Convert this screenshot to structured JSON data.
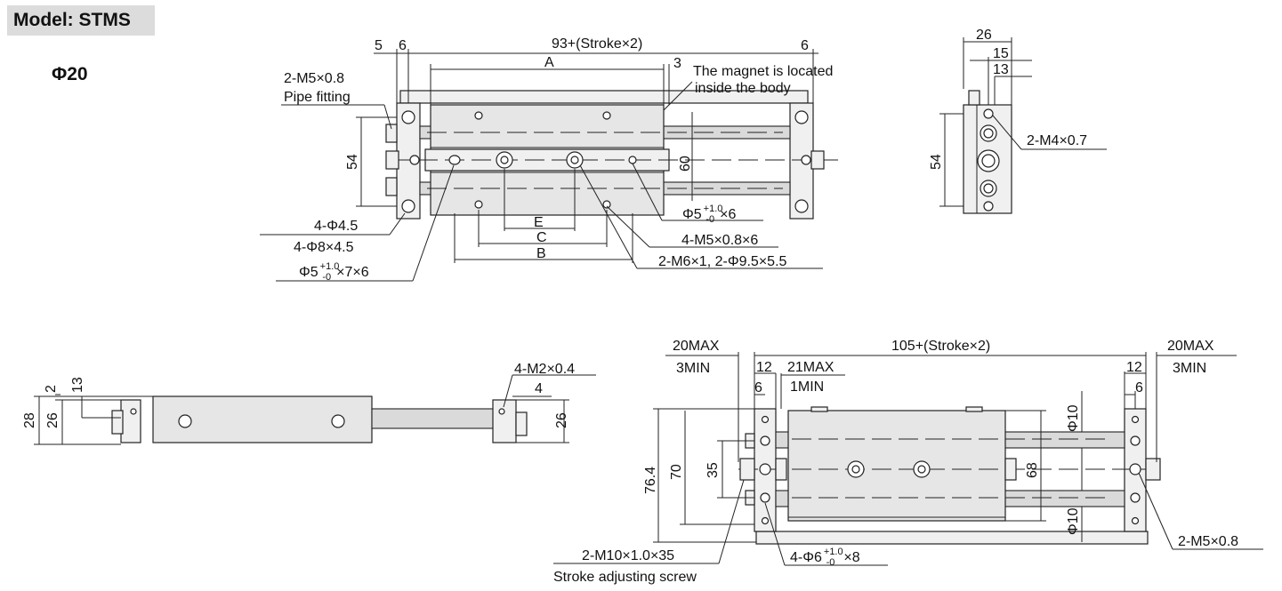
{
  "header": {
    "model": "Model: STMS",
    "size": "Φ20"
  },
  "top_view": {
    "dim_5": "5",
    "dim_6_left": "6",
    "dim_total": "93+(Stroke×2)",
    "dim_6_right": "6",
    "dim_A": "A",
    "dim_3": "3",
    "magnet_note": "The magnet is located",
    "magnet_note2": "inside the body",
    "pipe_thread": "2-M5×0.8",
    "pipe_fitting": "Pipe fitting",
    "dim_54": "54",
    "dim_60": "60",
    "hole_a": "4-Φ4.5",
    "hole_b": "4-Φ8×4.5",
    "pin_left_base": "Φ5",
    "pin_left_sup": "+1.0",
    "pin_left_sub": "-0",
    "pin_left_tail": "×7×6",
    "pin_right_base": "Φ5",
    "pin_right_sup": "+1.0",
    "pin_right_sub": "-0",
    "pin_right_tail": "×6",
    "thread_b": "4-M5×0.8×6",
    "thread_c": "2-M6×1,  2-Φ9.5×5.5",
    "dim_E": "E",
    "dim_C": "C",
    "dim_B": "B"
  },
  "side_view": {
    "dim_26": "26",
    "dim_15": "15",
    "dim_13": "13",
    "dim_54": "54",
    "thread": "2-M4×0.7"
  },
  "front_view": {
    "dim_2": "2",
    "dim_13": "13",
    "dim_28": "28",
    "dim_26_left": "26",
    "dim_26_right": "26",
    "thread": "4-M2×0.4",
    "dim_4": "4"
  },
  "bottom_view": {
    "max_left": "20MAX",
    "min_left": "3MIN",
    "dim_12_left": "12",
    "dim_6_left": "6",
    "max_mid": "21MAX",
    "min_mid": "1MIN",
    "dim_total": "105+(Stroke×2)",
    "max_right": "20MAX",
    "min_right": "3MIN",
    "dim_12_right": "12",
    "dim_6_right": "6",
    "dim_76_4": "76.4",
    "dim_70": "70",
    "dim_35": "35",
    "dim_68": "68",
    "phi_top": "Φ10",
    "phi_bottom": "Φ10",
    "screw_thread": "2-M10×1.0×35",
    "screw_note": "Stroke adjusting screw",
    "hole_base": "4-Φ6",
    "hole_sup": "+1.0",
    "hole_sub": "-0",
    "hole_tail": "×8",
    "port_thread": "2-M5×0.8"
  }
}
